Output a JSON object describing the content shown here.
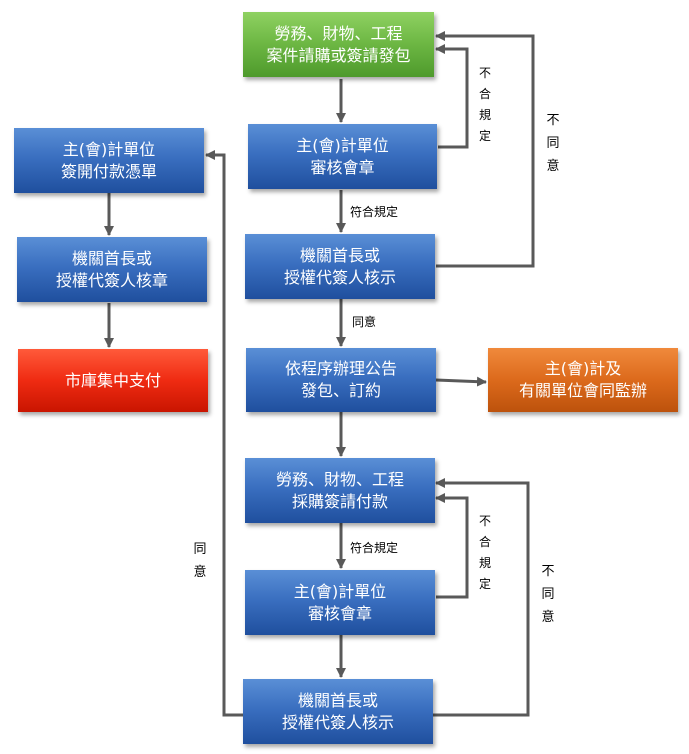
{
  "nodes": {
    "request": {
      "line1": "勞務、財物、工程",
      "line2": "案件請購或簽請發包"
    },
    "review1": {
      "line1": "主(會)計單位",
      "line2": "審核會章"
    },
    "head1": {
      "line1": "機關首長或",
      "line2": "授權代簽人核示"
    },
    "announce": {
      "line1": "依程序辦理公告",
      "line2": "發包、訂約"
    },
    "supervise": {
      "line1": "主(會)計及",
      "line2": "有關單位會同監辦"
    },
    "payment_request": {
      "line1": "勞務、財物、工程",
      "line2": "採購簽請付款"
    },
    "review2": {
      "line1": "主(會)計單位",
      "line2": "審核會章"
    },
    "head2": {
      "line1": "機關首長或",
      "line2": "授權代簽人核示"
    },
    "voucher": {
      "line1": "主(會)計單位",
      "line2": "簽開付款憑單"
    },
    "head3": {
      "line1": "機關首長或",
      "line2": "授權代簽人核章"
    },
    "treasury": {
      "line1": "市庫集中支付"
    }
  },
  "labels": {
    "compliant1": "符合規定",
    "noncompliant1": "不合規定",
    "disagree1": "不同意",
    "agree1": "同意",
    "compliant2": "符合規定",
    "noncompliant2": "不合規定",
    "disagree2": "不同意",
    "agree2": "同意"
  },
  "colors": {
    "blue": "#3a6fc0",
    "green": "#6fb945",
    "red": "#ef2b12",
    "orange": "#dc6a1c",
    "connector": "#595959"
  }
}
